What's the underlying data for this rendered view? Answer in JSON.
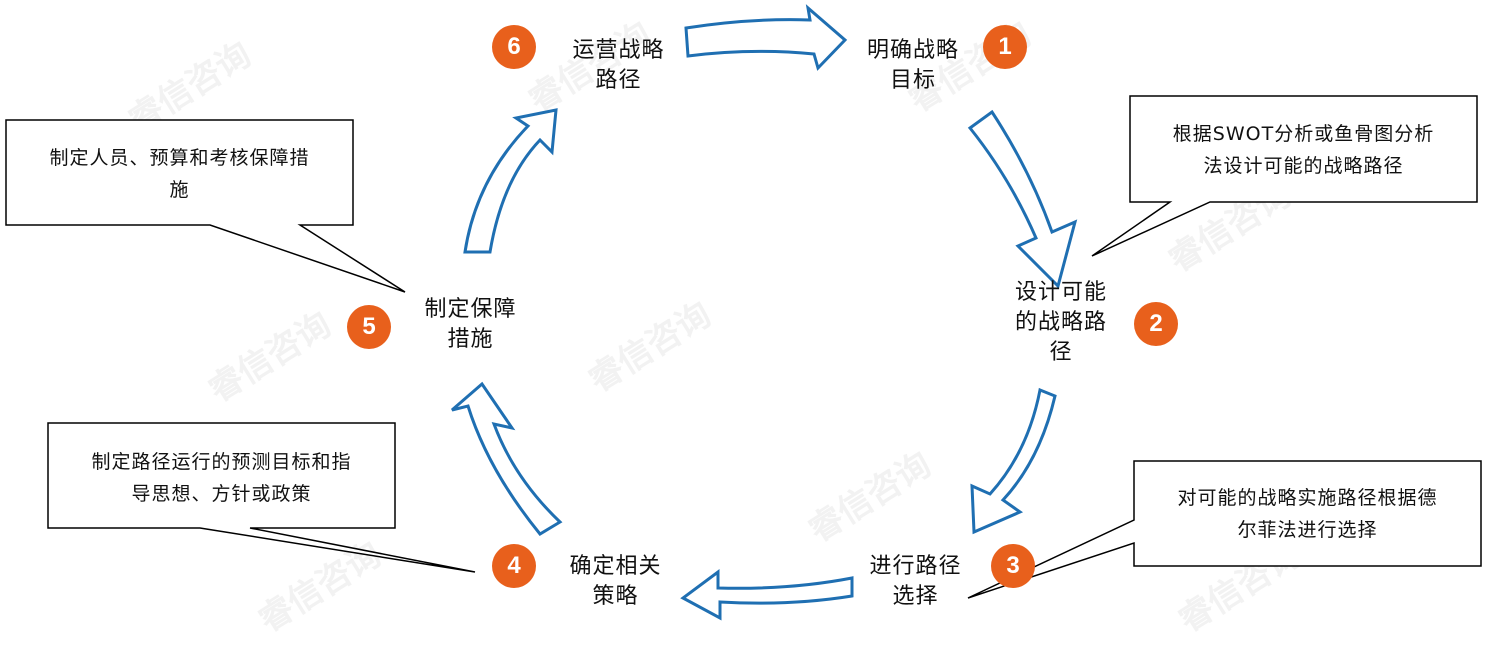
{
  "steps": [
    {
      "num": "1",
      "line1": "明确战略",
      "line2": "目标"
    },
    {
      "num": "2",
      "line1": "设计可能",
      "line2": "的战略路",
      "line3": "径"
    },
    {
      "num": "3",
      "line1": "进行路径",
      "line2": "选择"
    },
    {
      "num": "4",
      "line1": "确定相关",
      "line2": "策略"
    },
    {
      "num": "5",
      "line1": "制定保障",
      "line2": "措施"
    },
    {
      "num": "6",
      "line1": "运营战略",
      "line2": "路径"
    }
  ],
  "notes": {
    "step2": {
      "line1": "根据SWOT分析或鱼骨图分析",
      "line2": "法设计可能的战略路径"
    },
    "step3": {
      "line1": "对可能的战略实施路径根据德",
      "line2": "尔菲法进行选择"
    },
    "step4": {
      "line1": "制定路径运行的预测目标和指",
      "line2": "导思想、方针或政策"
    },
    "step5": {
      "line1": "制定人员、预算和考核保障措",
      "line2": "施"
    }
  },
  "watermark": "睿信咨询",
  "colors": {
    "badge": "#e8601c",
    "arrow_stroke": "#1f6fb2",
    "arrow_fill": "#ffffff"
  }
}
